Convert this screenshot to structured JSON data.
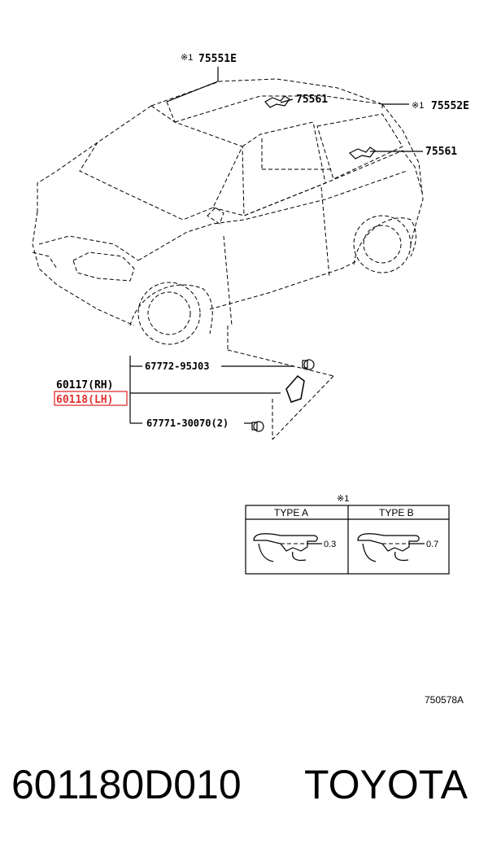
{
  "callouts": {
    "roof_left_mark": "※1",
    "roof_left": "75551E",
    "roof_clip_1": "75561",
    "roof_right_mark": "※1",
    "roof_right": "75552E",
    "roof_clip_2": "75561",
    "screw_upper": "67772-95J03",
    "mudguard_rh": "60117(RH)",
    "mudguard_lh": "60118(LH)",
    "screw_lower": "67771-30070(2)"
  },
  "type_table": {
    "note_mark": "※1",
    "type_a": {
      "label": "TYPE A",
      "dimension": "0.3"
    },
    "type_b": {
      "label": "TYPE B",
      "dimension": "0.7"
    }
  },
  "illustration_id": "750578A",
  "footer": {
    "part_number": "601180D010",
    "brand": "TOYOTA"
  },
  "colors": {
    "highlight": "#e03030",
    "line": "#000000"
  }
}
